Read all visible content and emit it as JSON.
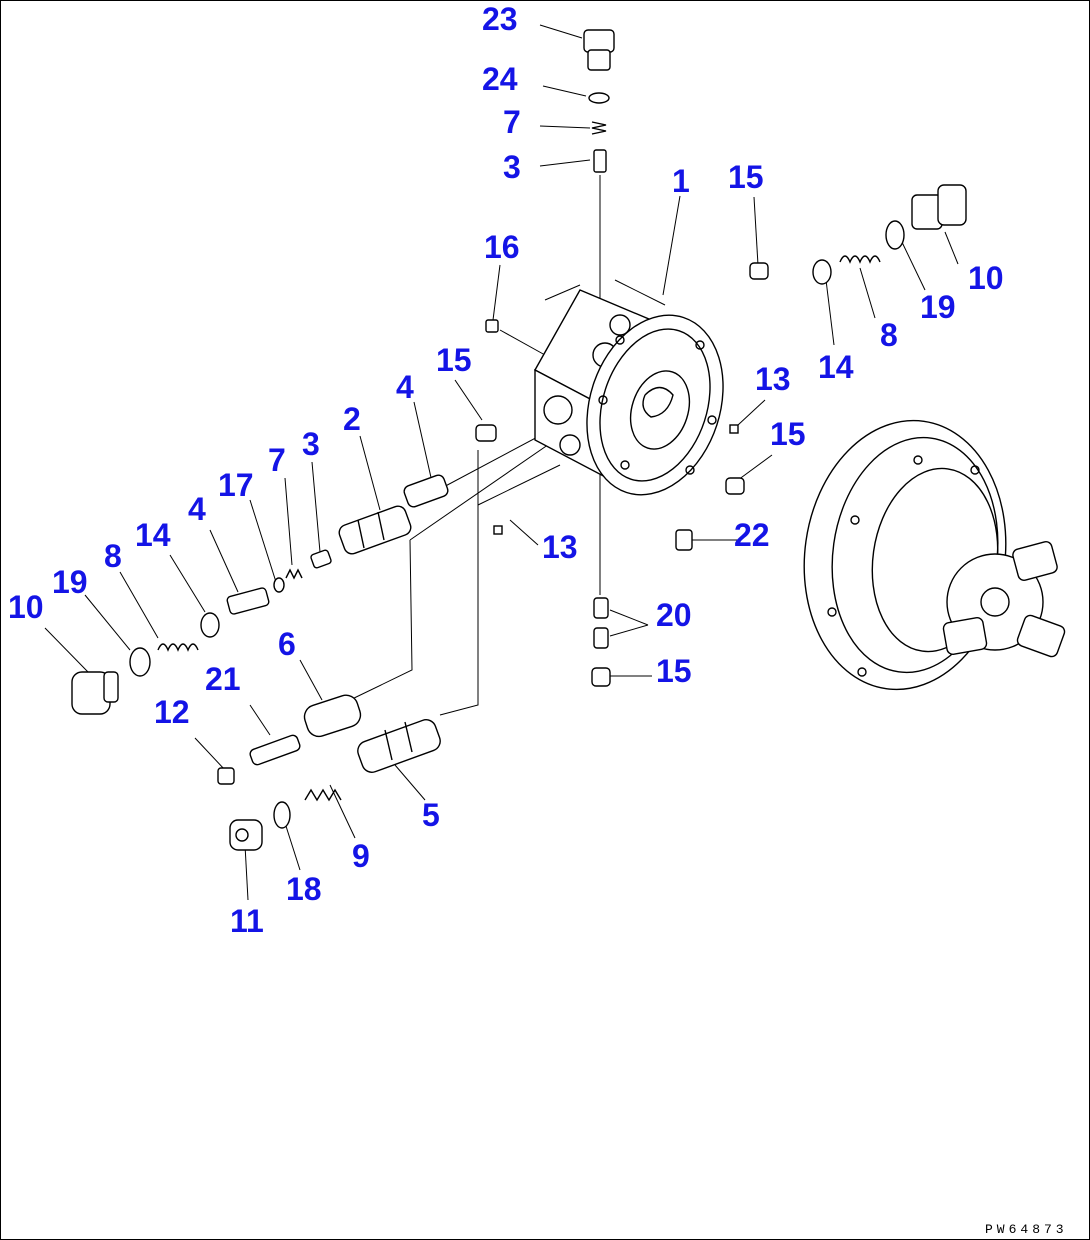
{
  "diagram": {
    "drawing_number": "PW64873",
    "callouts": [
      {
        "id": "c23a",
        "label": "23"
      },
      {
        "id": "c24a",
        "label": "24"
      },
      {
        "id": "c7a",
        "label": "7"
      },
      {
        "id": "c3a",
        "label": "3"
      },
      {
        "id": "c1",
        "label": "1"
      },
      {
        "id": "c15a",
        "label": "15"
      },
      {
        "id": "c16",
        "label": "16"
      },
      {
        "id": "c10a",
        "label": "10"
      },
      {
        "id": "c19a",
        "label": "19"
      },
      {
        "id": "c8a",
        "label": "8"
      },
      {
        "id": "c14a",
        "label": "14"
      },
      {
        "id": "c15b",
        "label": "15"
      },
      {
        "id": "c4a",
        "label": "4"
      },
      {
        "id": "c2",
        "label": "2"
      },
      {
        "id": "c3b",
        "label": "3"
      },
      {
        "id": "c7b",
        "label": "7"
      },
      {
        "id": "c13a",
        "label": "13"
      },
      {
        "id": "c15c",
        "label": "15"
      },
      {
        "id": "c17",
        "label": "17"
      },
      {
        "id": "c4b",
        "label": "4"
      },
      {
        "id": "c14b",
        "label": "14"
      },
      {
        "id": "c8b",
        "label": "8"
      },
      {
        "id": "c19b",
        "label": "19"
      },
      {
        "id": "c10b",
        "label": "10"
      },
      {
        "id": "c13b",
        "label": "13"
      },
      {
        "id": "c22",
        "label": "22"
      },
      {
        "id": "c20",
        "label": "20"
      },
      {
        "id": "c6",
        "label": "6"
      },
      {
        "id": "c21",
        "label": "21"
      },
      {
        "id": "c15d",
        "label": "15"
      },
      {
        "id": "c12",
        "label": "12"
      },
      {
        "id": "c5",
        "label": "5"
      },
      {
        "id": "c9",
        "label": "9"
      },
      {
        "id": "c18",
        "label": "18"
      },
      {
        "id": "c11",
        "label": "11"
      }
    ]
  }
}
